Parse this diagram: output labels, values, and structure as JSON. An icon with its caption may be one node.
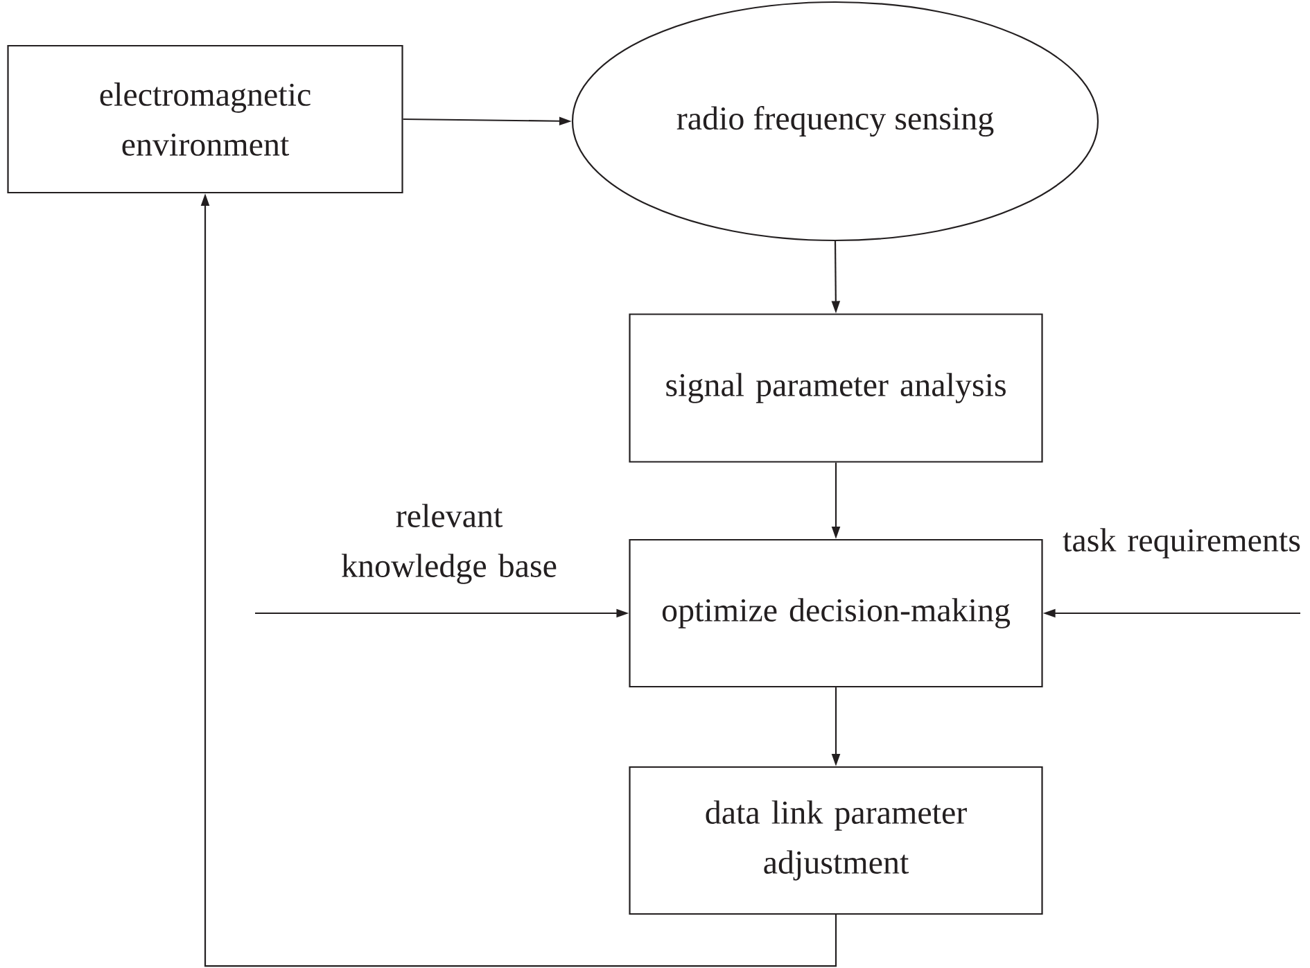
{
  "diagram": {
    "nodes": [
      {
        "text": [
          "electromagnetic environment"
        ]
      },
      {
        "text": [
          "radio frequency sensing"
        ]
      },
      {
        "text": [
          "signal parameter analysis"
        ]
      },
      {
        "text": [
          "optimize decision-making"
        ]
      },
      {
        "text": [
          "data link parameter adjustment"
        ]
      }
    ],
    "edges": [
      {
        "from": 0,
        "to": 1,
        "arrow": "to"
      },
      {
        "from": 1,
        "to": 2,
        "arrow": "to"
      },
      {
        "from": 2,
        "to": 3,
        "arrow": "to"
      },
      {
        "from": 3,
        "to": 4,
        "arrow": "to"
      },
      {
        "from": 4,
        "to": 0,
        "arrow": "to"
      },
      {
        "from": null,
        "to": 3,
        "arrow": "to",
        "label": "relevant knowledge base"
      },
      {
        "from": null,
        "to": 3,
        "arrow": "to",
        "label": "task requirements"
      }
    ]
  }
}
